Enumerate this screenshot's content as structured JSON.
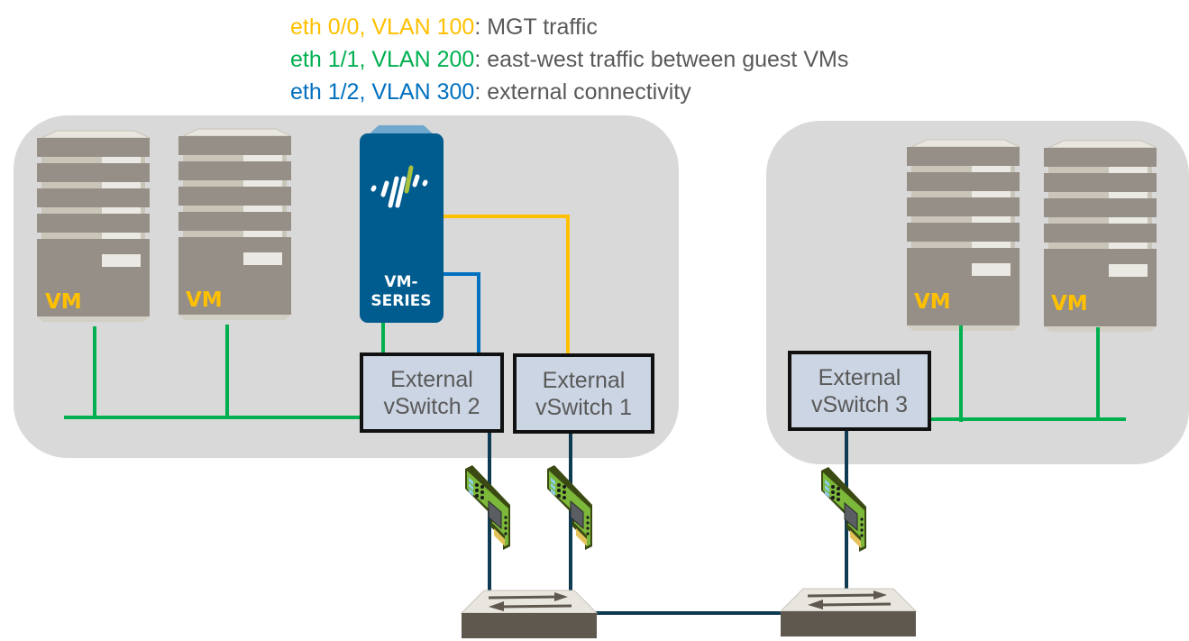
{
  "legend": [
    {
      "key": "eth 0/0, VLAN 100",
      "desc": ": MGT traffic",
      "color": "#ffc000"
    },
    {
      "key": "eth 1/1, VLAN 200",
      "desc": ": east-west traffic between guest VMs",
      "color": "#00b050"
    },
    {
      "key": "eth 1/2, VLAN 300",
      "desc": ": external connectivity",
      "color": "#0070c0"
    }
  ],
  "hosts": [
    {
      "vms": [
        {
          "label": "VM"
        },
        {
          "label": "VM"
        }
      ],
      "firewall": {
        "line1": "VM-",
        "line2": "SERIES"
      }
    },
    {
      "vms": [
        {
          "label": "VM"
        },
        {
          "label": "VM"
        }
      ]
    }
  ],
  "vswitches": [
    {
      "line1": "External",
      "line2": "vSwitch 2"
    },
    {
      "line1": "External",
      "line2": "vSwitch 1"
    },
    {
      "line1": "External",
      "line2": "vSwitch 3"
    }
  ],
  "colors": {
    "mgt": "#ffc000",
    "east_west": "#00b050",
    "external": "#0070c0",
    "uplink": "#0e3a52",
    "panel": "#d9d9d9",
    "vswitch_fill": "#ccd5e3",
    "firewall": "#005b8f",
    "vm_body": "#968f87",
    "vm_label": "#ffc000"
  }
}
